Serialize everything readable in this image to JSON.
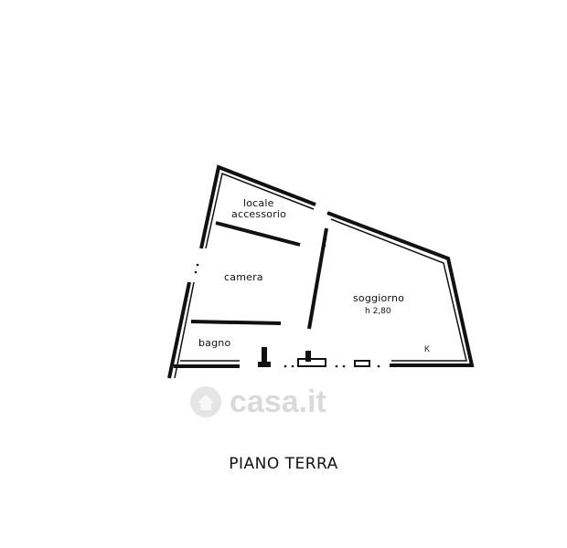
{
  "plan": {
    "title": "PIANO TERRA",
    "rooms": {
      "locale_accessorio_line1": "locale",
      "locale_accessorio_line2": "accessorio",
      "camera": "camera",
      "soggiorno": "soggiorno",
      "soggiorno_height": "h 2,80",
      "bagno": "bagno"
    },
    "kitchen_mark": "K"
  },
  "watermark": {
    "text": "casa.it",
    "icon": "house-icon"
  },
  "colors": {
    "wall": "#111111",
    "background": "#ffffff",
    "watermark": "#b4b4b4"
  }
}
